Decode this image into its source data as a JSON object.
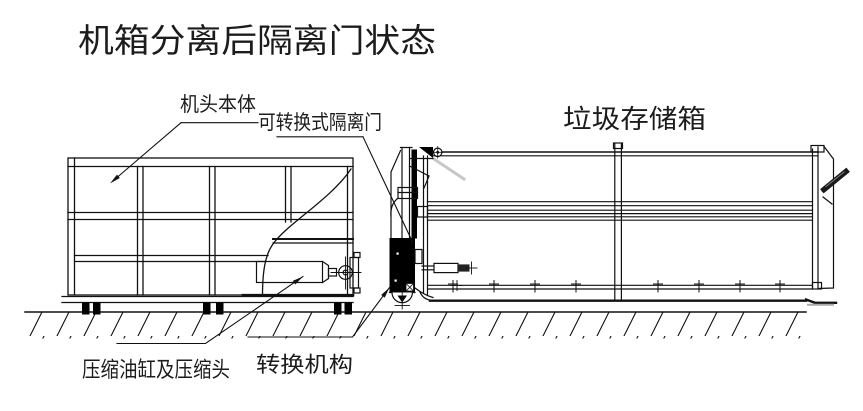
{
  "title": "机箱分离后隔离门状态",
  "diagram": {
    "labels": {
      "machine_head": "机头本体",
      "convertible_door": "可转换式隔离门",
      "storage_box": "垃圾存储箱",
      "compression_cylinder": "压缩油缸及压缩头",
      "conversion_mechanism": "转换机构"
    },
    "colors": {
      "line": "#111111",
      "background": "#ffffff",
      "fill_dark": "#000000",
      "shade_gray": "#999999"
    }
  }
}
